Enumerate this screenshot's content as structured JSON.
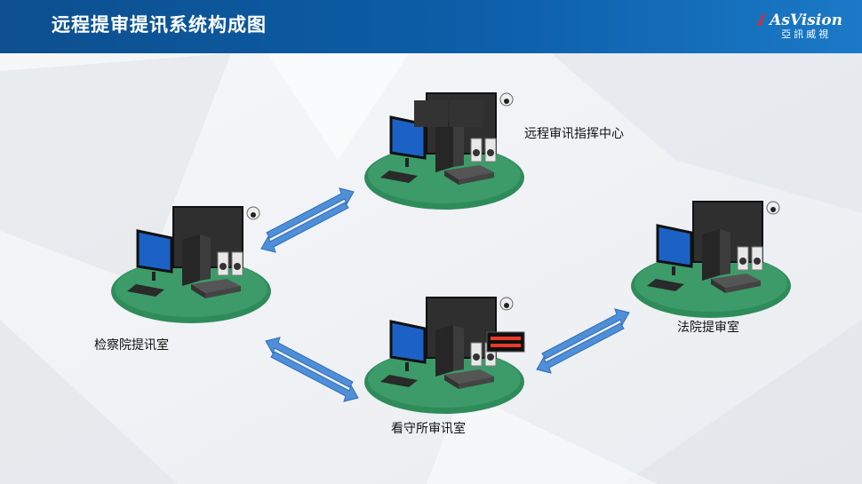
{
  "header": {
    "title": "远程提审提讯系统构成图",
    "logo_text": "AsVision",
    "logo_sub": "亞訊威視",
    "color": "#0c5ea8"
  },
  "nodes": [
    {
      "id": "command-center",
      "label": "远程审讯指挥中心"
    },
    {
      "id": "procuratorate",
      "label": "检察院提讯室"
    },
    {
      "id": "detention",
      "label": "看守所审讯室"
    },
    {
      "id": "court",
      "label": "法院提审室"
    }
  ],
  "colors": {
    "platform": "#2e8b5a",
    "arrow": "#4f8fd8",
    "screen": "#3a3a3a",
    "monitor": "#1c62c6"
  }
}
